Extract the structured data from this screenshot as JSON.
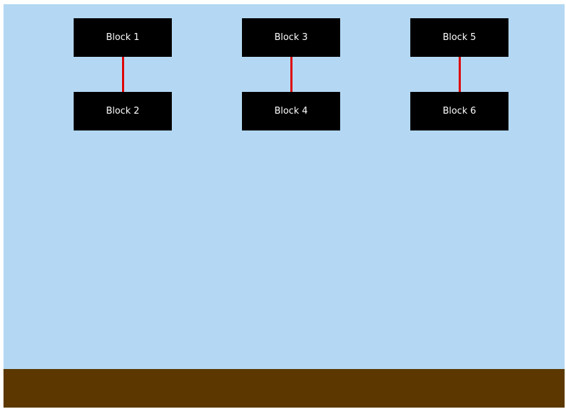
{
  "scene": {
    "colors": {
      "sky": "#b4d8f3",
      "ground": "#5c3800",
      "block": "#000000",
      "block_text": "#ffffff",
      "joint": "#e00000"
    },
    "pairs": [
      {
        "top": {
          "label": "Block 1"
        },
        "bottom": {
          "label": "Block 2"
        }
      },
      {
        "top": {
          "label": "Block 3"
        },
        "bottom": {
          "label": "Block 4"
        }
      },
      {
        "top": {
          "label": "Block 5"
        },
        "bottom": {
          "label": "Block 6"
        }
      }
    ]
  }
}
